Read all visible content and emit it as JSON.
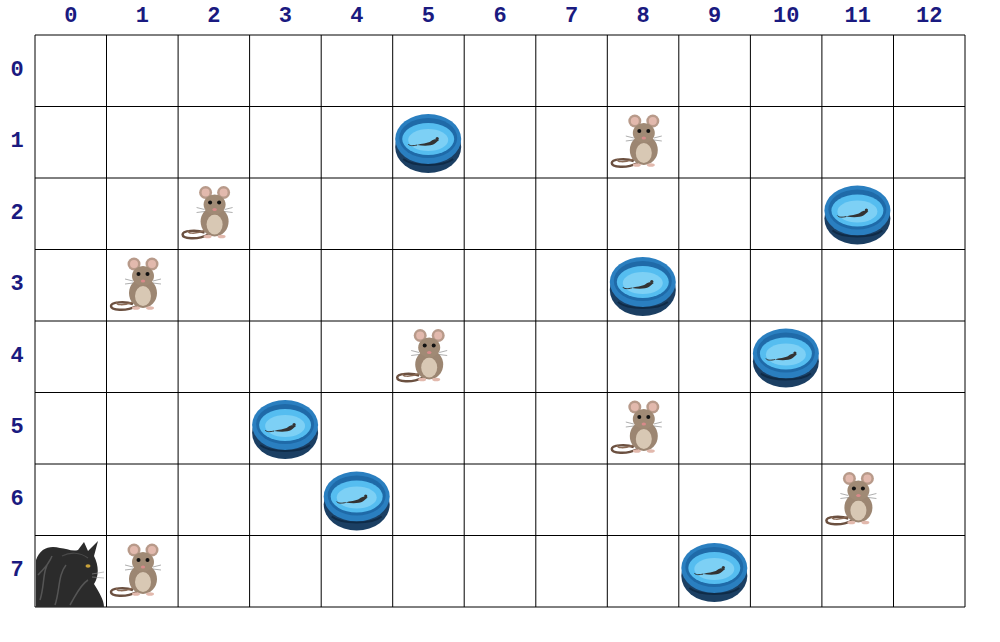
{
  "diagram": {
    "labels": [
      "0",
      "1",
      "2",
      "3",
      "4",
      "5",
      "6",
      "7",
      "8",
      "9",
      "10",
      "11",
      "12",
      "0",
      "1",
      "2",
      "3",
      "4",
      "5",
      "6",
      "7"
    ]
  }
}
